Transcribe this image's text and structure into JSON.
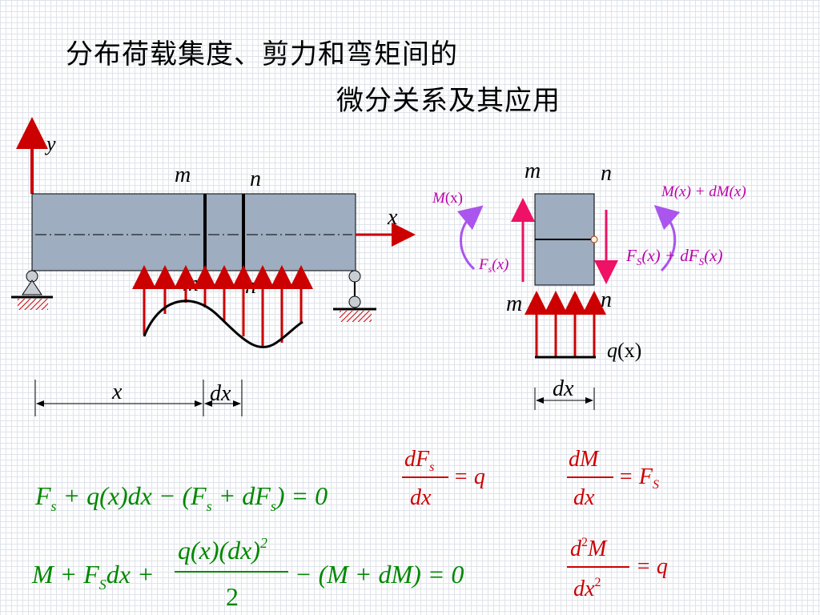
{
  "title": {
    "line1": "分布荷载集度、剪力和弯矩间的",
    "line2": "微分关系及其应用"
  },
  "beam": {
    "y_axis": "y",
    "x_axis": "x",
    "section_m": "m",
    "section_n": "n",
    "dim_x": "x",
    "dim_dx": "dx"
  },
  "element": {
    "section_m": "m",
    "section_n": "n",
    "moment_left_M": "M",
    "moment_left_arg": "(x)",
    "moment_right_M": "M",
    "moment_right_mid": "(x) + dM",
    "moment_right_arg": "(x)",
    "shear_left_F": "F",
    "shear_left_sub": "s",
    "shear_left_arg": "(x)",
    "shear_right_F": "F",
    "shear_right_sub": "S",
    "shear_right_mid": "(x) + dF",
    "shear_right_sub2": "S",
    "shear_right_arg": "(x)",
    "load_q": "q",
    "load_arg": "(x)",
    "dim_dx": "dx"
  },
  "equations": {
    "eq1_F": "F",
    "eq1_s": "s",
    "eq1_mid": " + q(x)dx − (F",
    "eq1_s2": "s",
    "eq1_mid2": " + dF",
    "eq1_s3": "s",
    "eq1_end": ") = 0",
    "eq2_start": "M + F",
    "eq2_S": "S",
    "eq2_mid": "dx +",
    "eq2_num": "q(x)(dx)",
    "eq2_sup": "2",
    "eq2_den": "2",
    "eq2_end": "− (M + dM) = 0",
    "d1_num": "dF",
    "d1_num_sub": "s",
    "d1_den": "dx",
    "d1_rhs": "= q",
    "d2_num": "dM",
    "d2_den": "dx",
    "d2_rhs": "= F",
    "d2_rhs_sub": "S",
    "d3_num_d": "d",
    "d3_num_sup": "2",
    "d3_num_M": "M",
    "d3_den": "dx",
    "d3_den_sup": "2",
    "d3_rhs": "= q"
  },
  "colors": {
    "beam_fill": "#9eadbf",
    "arrow_red": "#cc0000",
    "shear_pink": "#ee1166",
    "moment_purple": "#aa55ee",
    "text_magenta": "#bb00aa",
    "equation_green": "#008800",
    "equation_red": "#cc0000"
  }
}
